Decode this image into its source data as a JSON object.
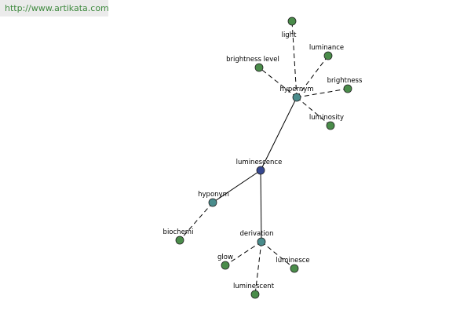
{
  "header": {
    "url": "http://www.artikata.com"
  },
  "colors": {
    "root": "#36478f",
    "relation": "#4a8c8c",
    "term": "#4a8c4a",
    "url_text": "#3f8a3f",
    "url_bg": "#ebebeb"
  },
  "graph": {
    "nodes": [
      {
        "id": "luminescence",
        "label": "luminescence",
        "kind": "root"
      },
      {
        "id": "hypernym",
        "label": "hypernym",
        "kind": "relation"
      },
      {
        "id": "hyponym",
        "label": "hyponym",
        "kind": "relation"
      },
      {
        "id": "derivation",
        "label": "derivation",
        "kind": "relation"
      },
      {
        "id": "light",
        "label": "light",
        "kind": "term"
      },
      {
        "id": "luminance",
        "label": "luminance",
        "kind": "term"
      },
      {
        "id": "brightness-level",
        "label": "brightness level",
        "kind": "term"
      },
      {
        "id": "brightness",
        "label": "brightness",
        "kind": "term"
      },
      {
        "id": "luminosity",
        "label": "luminosity",
        "kind": "term"
      },
      {
        "id": "biochemi",
        "label": "biochemi",
        "kind": "term"
      },
      {
        "id": "glow",
        "label": "glow",
        "kind": "term"
      },
      {
        "id": "luminesce",
        "label": "luminesce",
        "kind": "term"
      },
      {
        "id": "luminescent",
        "label": "luminescent",
        "kind": "term"
      }
    ],
    "edges": [
      {
        "from": "luminescence",
        "to": "hypernym",
        "style": "solid"
      },
      {
        "from": "luminescence",
        "to": "hyponym",
        "style": "solid"
      },
      {
        "from": "luminescence",
        "to": "derivation",
        "style": "solid"
      },
      {
        "from": "hypernym",
        "to": "light",
        "style": "dashed"
      },
      {
        "from": "hypernym",
        "to": "luminance",
        "style": "dashed"
      },
      {
        "from": "hypernym",
        "to": "brightness-level",
        "style": "dashed"
      },
      {
        "from": "hypernym",
        "to": "brightness",
        "style": "dashed"
      },
      {
        "from": "hypernym",
        "to": "luminosity",
        "style": "dashed"
      },
      {
        "from": "hyponym",
        "to": "biochemi",
        "style": "dashed"
      },
      {
        "from": "derivation",
        "to": "glow",
        "style": "dashed"
      },
      {
        "from": "derivation",
        "to": "luminesce",
        "style": "dashed"
      },
      {
        "from": "derivation",
        "to": "luminescent",
        "style": "dashed"
      }
    ]
  }
}
